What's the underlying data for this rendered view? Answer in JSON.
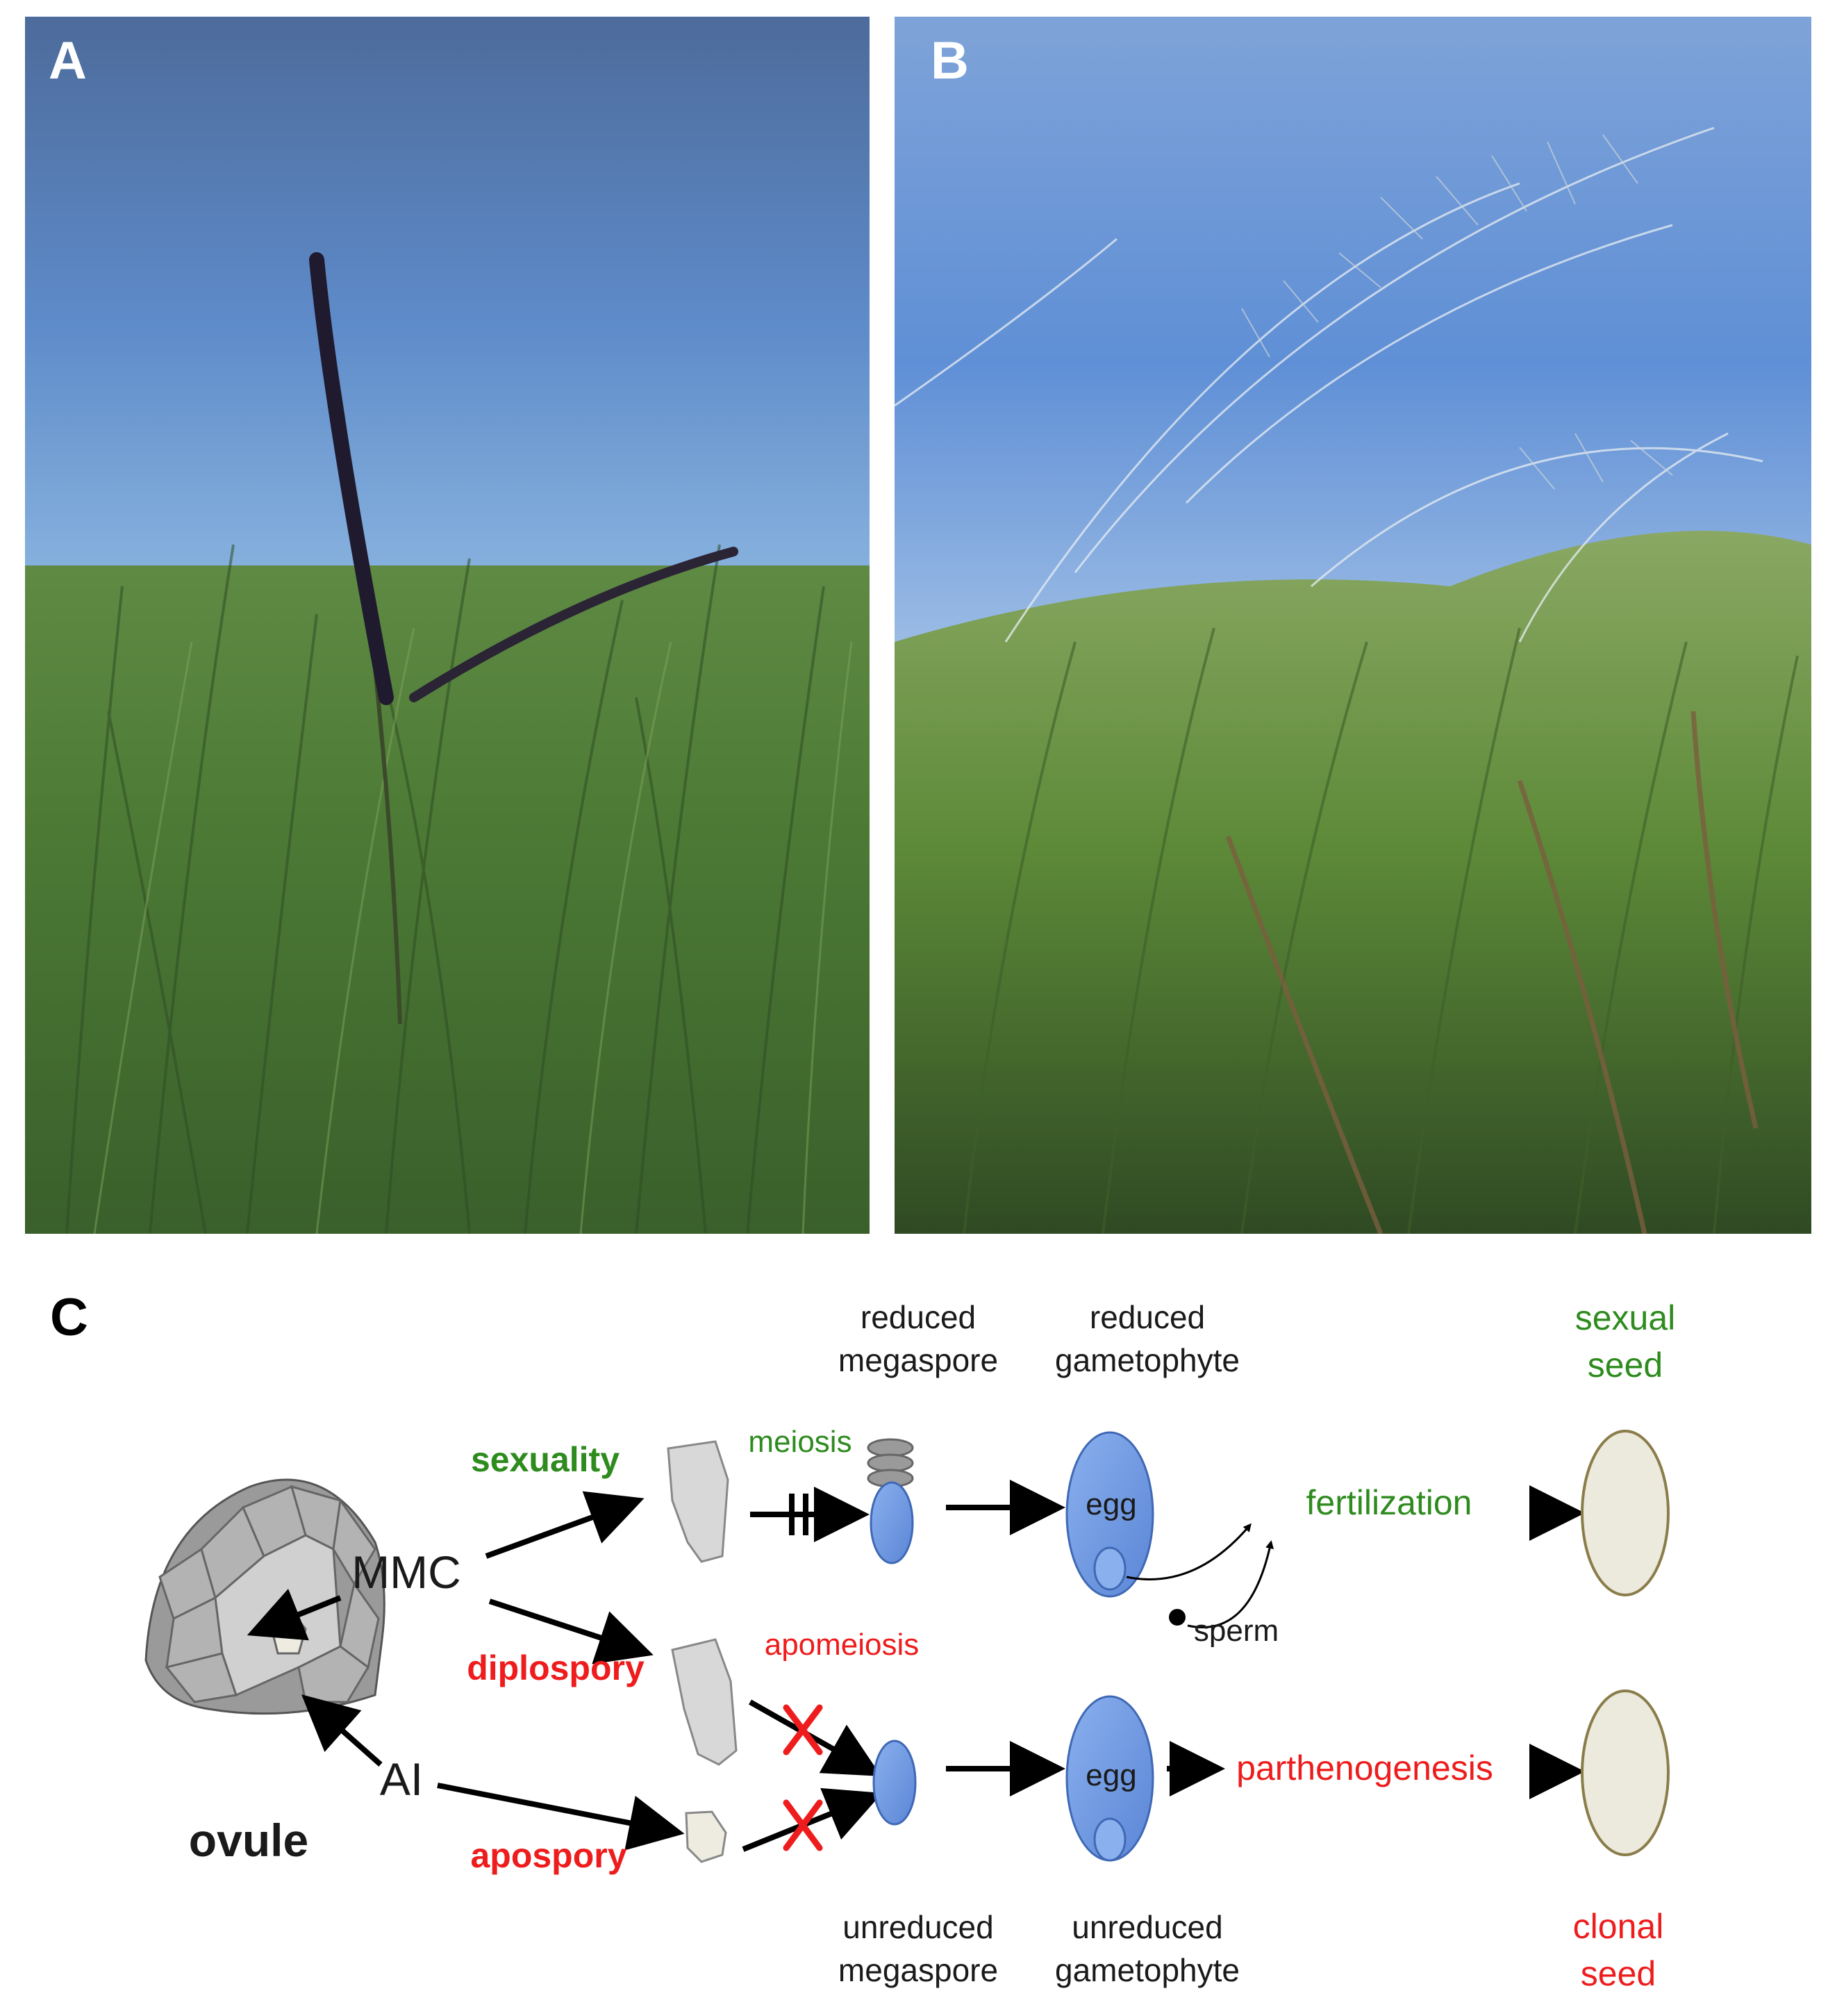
{
  "panels": {
    "a": {
      "letter": "A"
    },
    "b": {
      "letter": "B"
    },
    "c": {
      "letter": "C"
    }
  },
  "diagram": {
    "header_top_mid": [
      "reduced",
      "megaspore"
    ],
    "header_top_right": [
      "reduced",
      "gametophyte"
    ],
    "header_top_seed": [
      "sexual",
      "seed"
    ],
    "header_bottom_mid": [
      "unreduced",
      "megaspore"
    ],
    "header_bottom_right": [
      "unreduced",
      "gametophyte"
    ],
    "header_bottom_seed": [
      "clonal",
      "seed"
    ],
    "mmc": "MMC",
    "ai": "AI",
    "ovule": "ovule",
    "sexuality": "sexuality",
    "diplospory": "diplospory",
    "apospory": "apospory",
    "meiosis": "meiosis",
    "apomeiosis": "apomeiosis",
    "egg_top": "egg",
    "egg_bottom": "egg",
    "fertilization": "fertilization",
    "sperm": "sperm",
    "parthenogenesis": "parthenogenesis"
  },
  "colors": {
    "green_label": "#2e8b1e",
    "red_label": "#ee1c1c",
    "cell_blue": "#6f9de3",
    "seed_fill": "#ece9dd",
    "seed_outline": "#8a7d4a"
  }
}
